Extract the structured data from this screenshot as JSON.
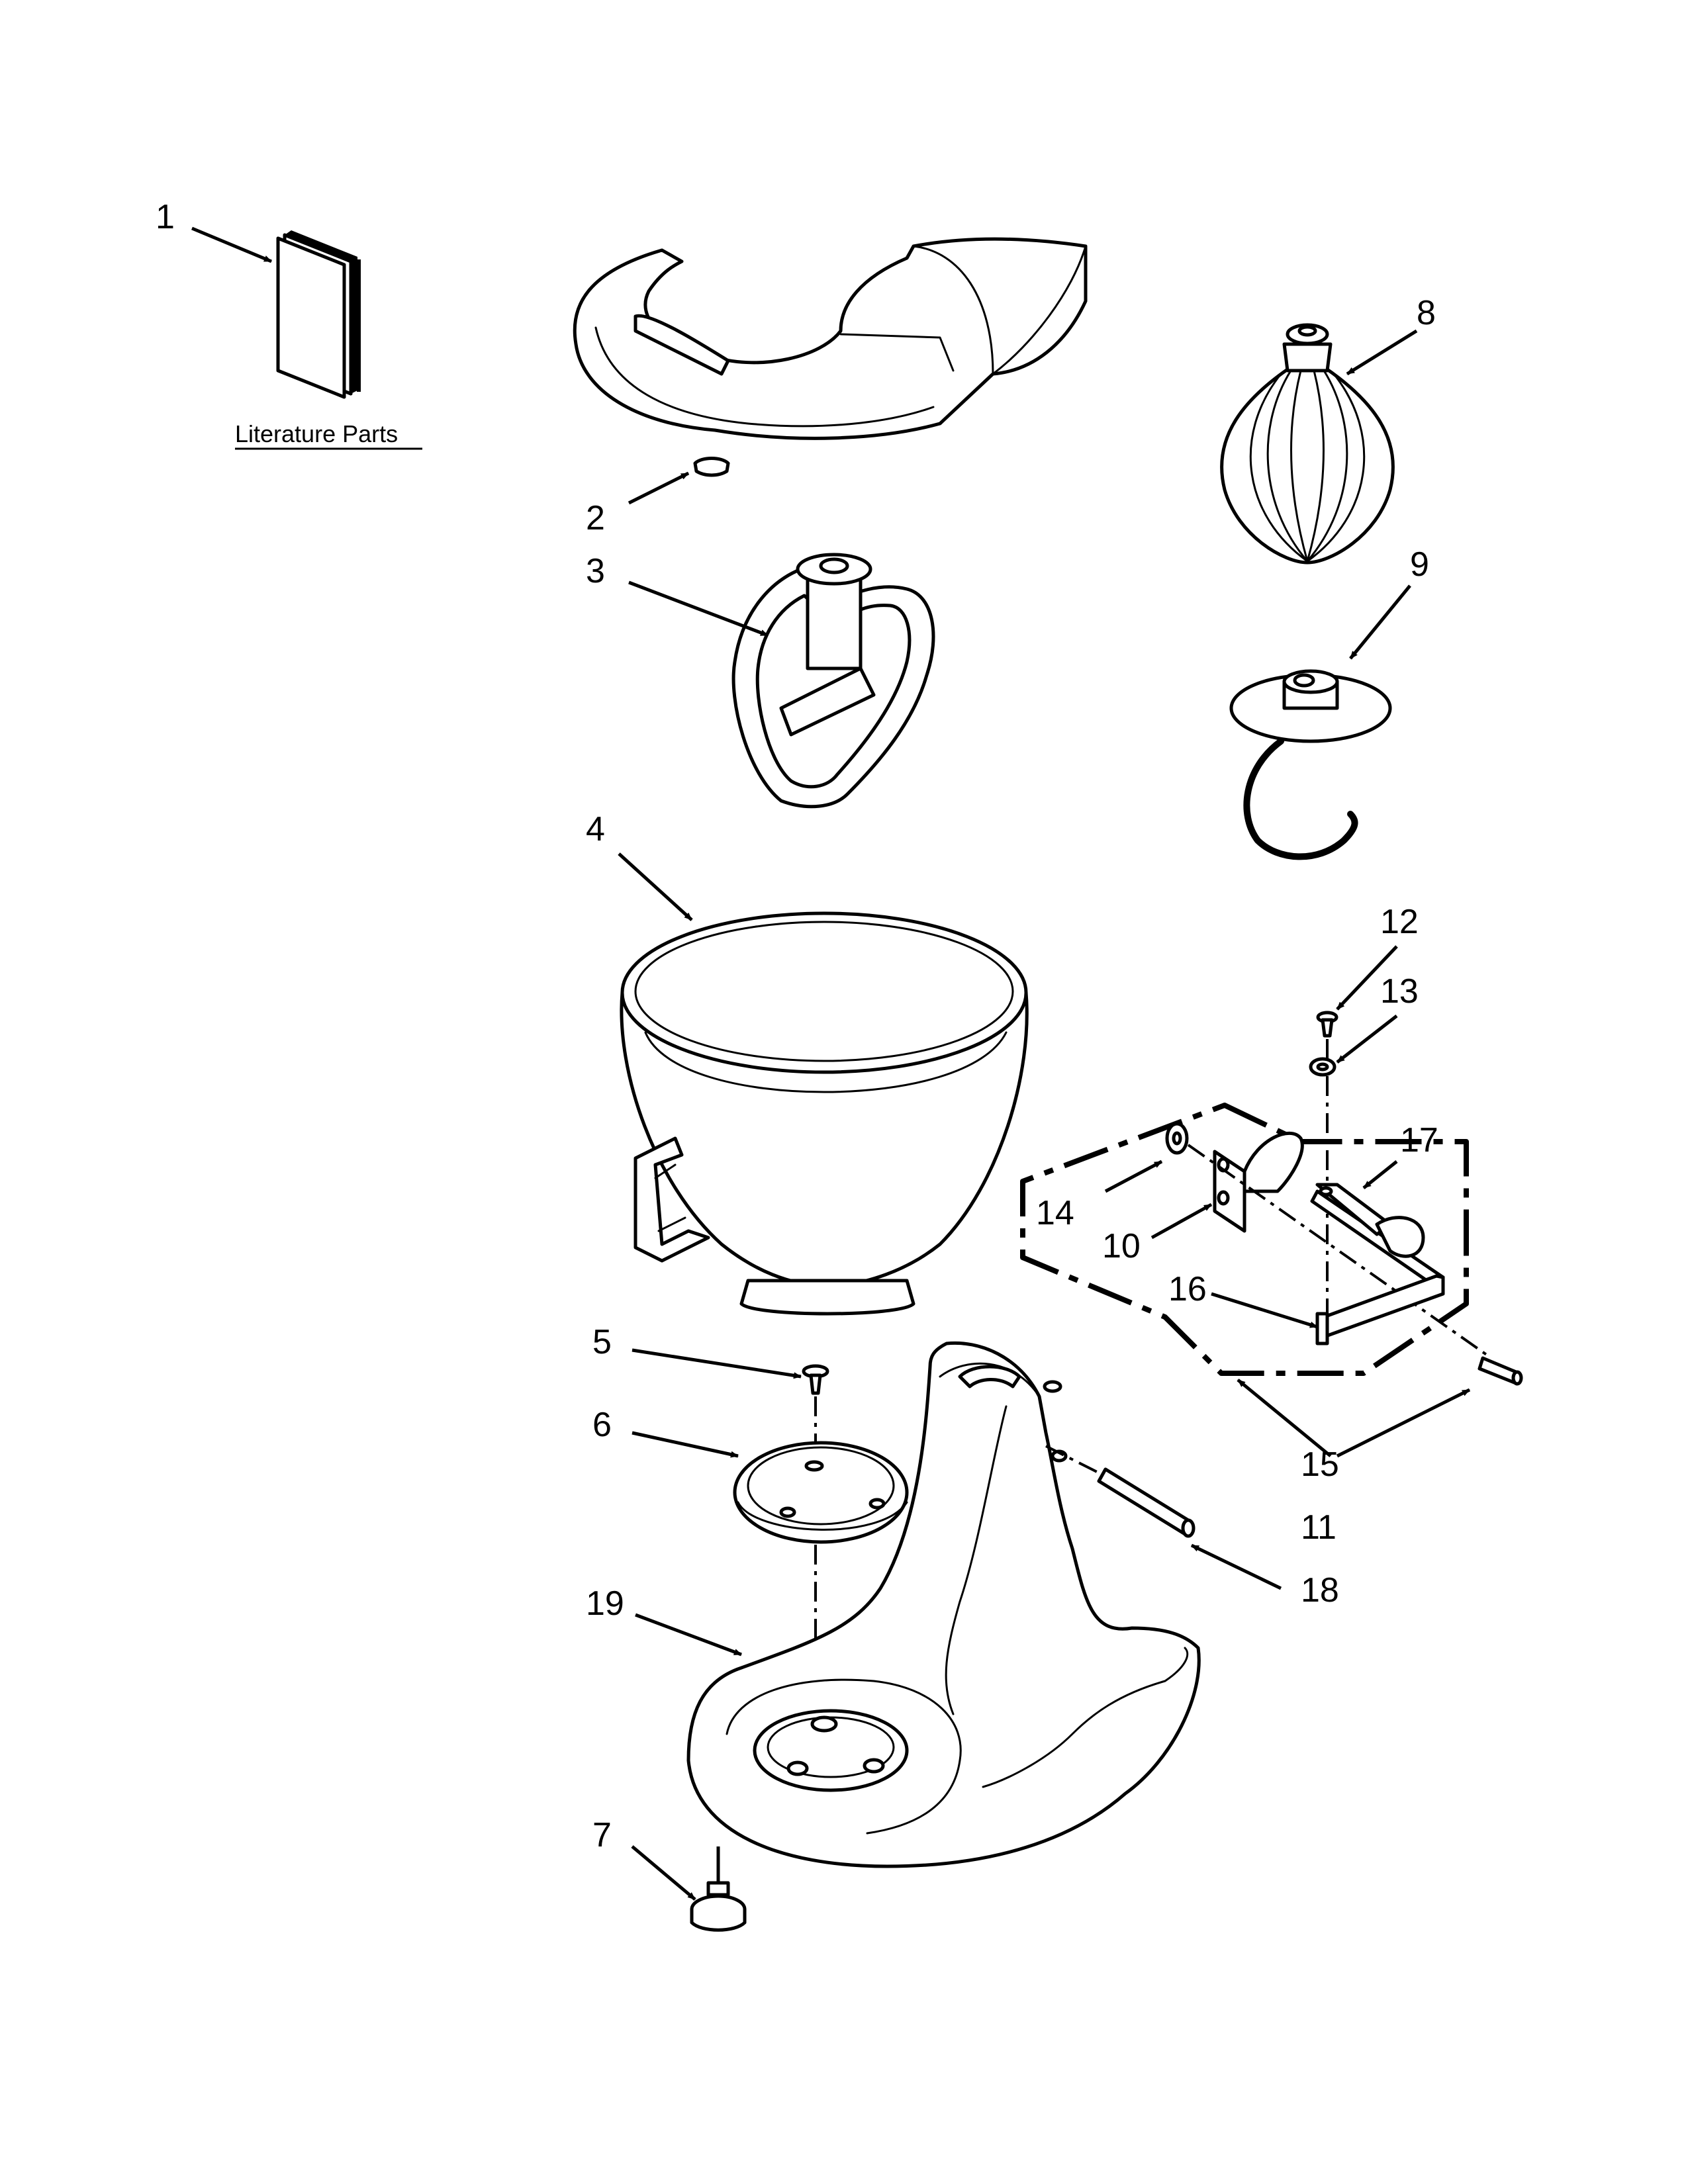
{
  "literature_label": "Literature Parts",
  "callouts": {
    "c1": "1",
    "c2": "2",
    "c3": "3",
    "c4": "4",
    "c5": "5",
    "c6": "6",
    "c7": "7",
    "c8": "8",
    "c9": "9",
    "c10": "10",
    "c11": "11",
    "c12": "12",
    "c13": "13",
    "c14": "14",
    "c15": "15",
    "c16": "16",
    "c17": "17",
    "c18": "18",
    "c19": "19"
  }
}
